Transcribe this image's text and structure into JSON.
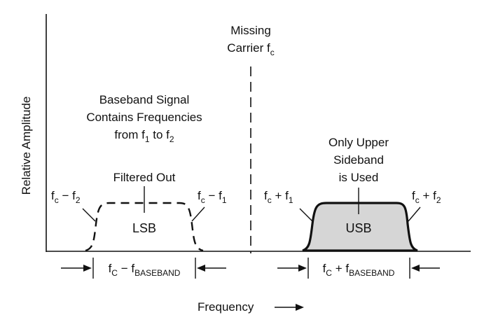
{
  "labels": {
    "y_axis": "Relative Amplitude",
    "x_axis": "Frequency",
    "carrier_line1": "Missing",
    "carrier_line2": "Carrier f",
    "carrier_sub": "c",
    "baseband_line1": "Baseband Signal",
    "baseband_line2": "Contains Frequencies",
    "baseband_line3_a": "from f",
    "baseband_line3_sub1": "1",
    "baseband_line3_b": " to f",
    "baseband_line3_sub2": "2",
    "filtered_out": "Filtered Out",
    "usb_note_line1": "Only Upper",
    "usb_note_line2": "Sideband",
    "usb_note_line3": "is Used",
    "lsb": "LSB",
    "usb": "USB",
    "fc_minus_f2": {
      "f": "f",
      "sub": "c",
      "rest": " − f",
      "sub2": "2"
    },
    "fc_minus_f1": {
      "f": "f",
      "sub": "c",
      "rest": " − f",
      "sub2": "1"
    },
    "fc_plus_f1": {
      "f": "f",
      "sub": "c",
      "rest": " + f",
      "sub2": "1"
    },
    "fc_plus_f2": {
      "f": "f",
      "sub": "c",
      "rest": " + f",
      "sub2": "2"
    },
    "lsb_width": {
      "f": "f",
      "sub": "C",
      "rest": " − f",
      "sub2": "BASEBAND"
    },
    "usb_width": {
      "f": "f",
      "sub": "C",
      "rest": " + f",
      "sub2": "BASEBAND"
    }
  }
}
